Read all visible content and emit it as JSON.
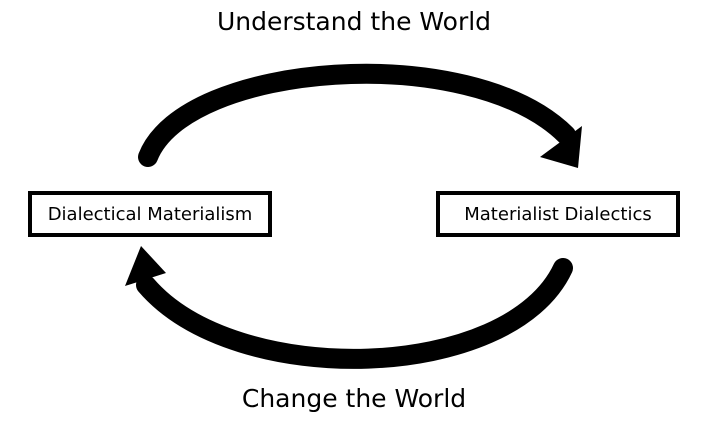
{
  "diagram": {
    "top_label": "Understand the World",
    "bottom_label": "Change the World",
    "nodes": {
      "left": "Dialectical Materialism",
      "right": "Materialist Dialectics"
    },
    "arrows": [
      {
        "from": "left",
        "to": "right",
        "label": "Understand the World"
      },
      {
        "from": "right",
        "to": "left",
        "label": "Change the World"
      }
    ],
    "colors": {
      "stroke": "#000000",
      "background": "#ffffff"
    }
  }
}
